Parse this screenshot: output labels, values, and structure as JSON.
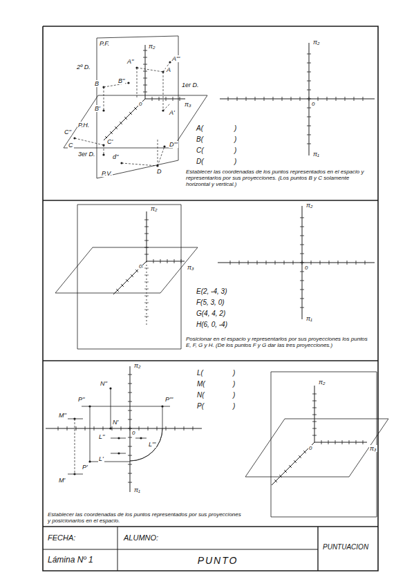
{
  "diagram": {
    "title": "PUNTO",
    "labels": [
      "P.F.",
      "π₂",
      "2º D.",
      "A''",
      "A'''",
      "A",
      "1er D.",
      "B''",
      "B",
      "π₃",
      "0",
      "A'",
      "P.H.",
      "C''",
      "B'",
      "C",
      "3er D.",
      "C'",
      "D'''",
      "d''",
      "D",
      "P.V.",
      "π₂",
      "0",
      "π₁",
      "A(",
      ")",
      "B(",
      ")",
      "C(",
      ")",
      "D(",
      ")",
      "Establecer las coordenadas de los puntos representados en el espacio y representarlos por sus proyecciones. (Los puntos B y C solamente horizontal y vertical.)",
      "π₂",
      "π₃",
      "0",
      "E(2, -4, 3)",
      "F(5, 3, 0)",
      "G(4, 4, 2)",
      "H(6, 0, -4)",
      "Posicionar en el espacio y representarlos por sus proyecciones los puntos E, F, G y H. (De los puntos F y G dar las tres proyecciones.)",
      "π₂",
      "0",
      "π₁",
      "π₂",
      "N''",
      "L(",
      ")",
      "M(",
      ")",
      "N(",
      ")",
      "P(",
      ")",
      "P''",
      "P'''",
      "M''",
      "N'",
      "0",
      "L''",
      "L'''",
      "L'",
      "P'",
      "M'",
      "π₁",
      "π₂",
      "π₃",
      "0",
      "Establecer las coordenadas de los puntos representados por sus proyecciones y posicionarlos en el espacio.",
      "FECHA:",
      "ALUMNO:",
      "PUNTUACION",
      "Lámina Nº 1"
    ]
  }
}
